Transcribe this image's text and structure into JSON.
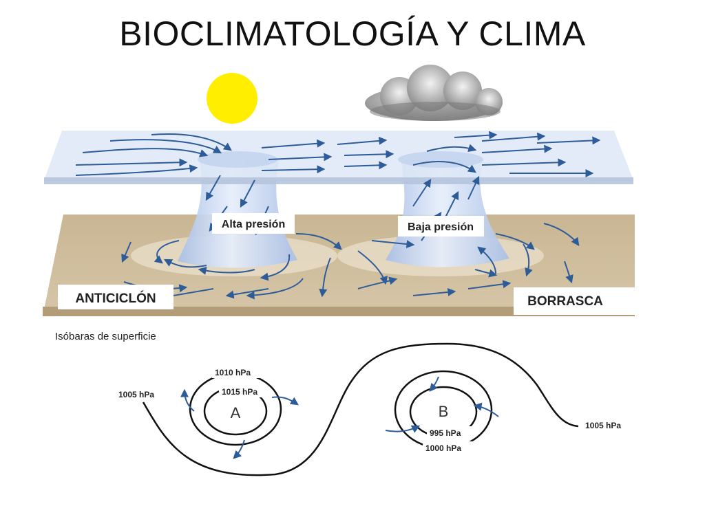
{
  "slide": {
    "title": "BIOCLIMATOLOGÍA Y CLIMA"
  },
  "diagram": {
    "high_pressure_label": "Alta presión",
    "low_pressure_label": "Baja presión",
    "anticyclone_label": "ANTICICLÓN",
    "storm_label": "BORRASCA",
    "surface_isobars_caption": "Isóbaras de superficie"
  },
  "isobars": {
    "left_outer": "1005 hPa",
    "right_outer": "1005 hPa",
    "high_outer": "1010 hPa",
    "high_inner": "1015 hPa",
    "high_center": "A",
    "low_inner": "995 hPa",
    "low_outer": "1000 hPa",
    "low_center": "B"
  },
  "colors": {
    "sun": "#FFEE00",
    "arrow": "#2E5C98",
    "ground": "#CDBA9A",
    "upper_plane": "#DDE8F6",
    "column": "#C9D7F0"
  }
}
